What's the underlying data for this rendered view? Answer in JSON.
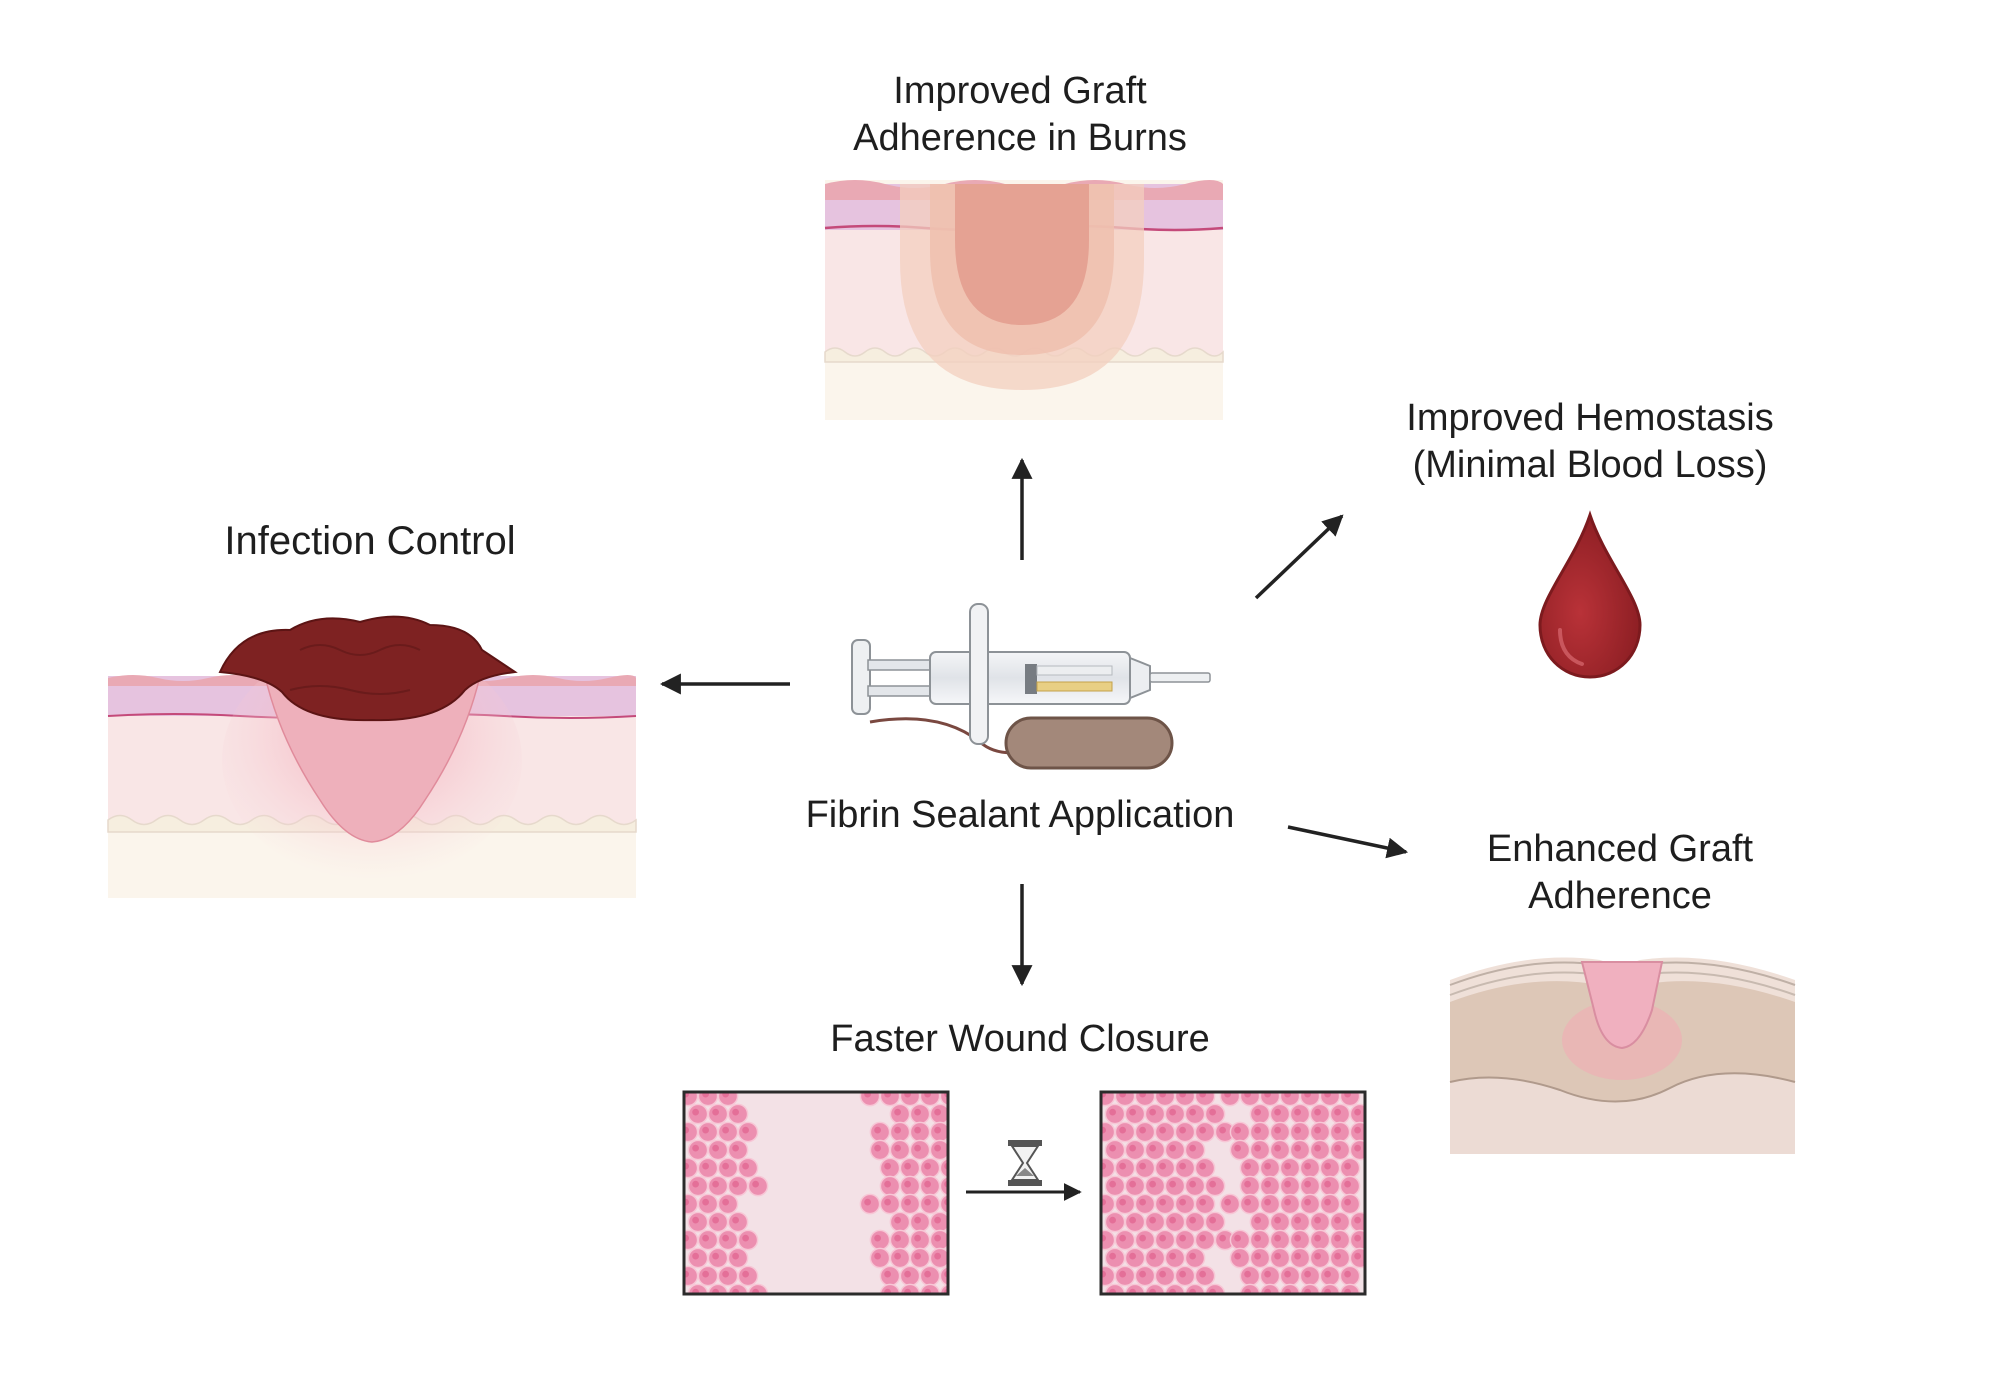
{
  "center": {
    "label": "Fibrin Sealant Application"
  },
  "outcomes": {
    "graft_burns": {
      "line1": "Improved Graft",
      "line2": "Adherence in Burns"
    },
    "hemostasis": {
      "line1": "Improved Hemostasis",
      "line2": "(Minimal Blood Loss)"
    },
    "infection": {
      "label": "Infection Control"
    },
    "enhanced_graft": {
      "line1": "Enhanced Graft",
      "line2": "Adherence"
    },
    "wound_closure": {
      "label": "Faster Wound Closure"
    }
  },
  "colors": {
    "arrow": "#222222",
    "blood": "#a82a2e",
    "skin_epidermis": "#e4bede",
    "skin_dermis": "#f9e3e3",
    "eschar": "#7e2222",
    "cell": "#ec8fb0"
  },
  "icons": [
    "syringe-icon",
    "blood-drop-icon",
    "hourglass-icon"
  ]
}
